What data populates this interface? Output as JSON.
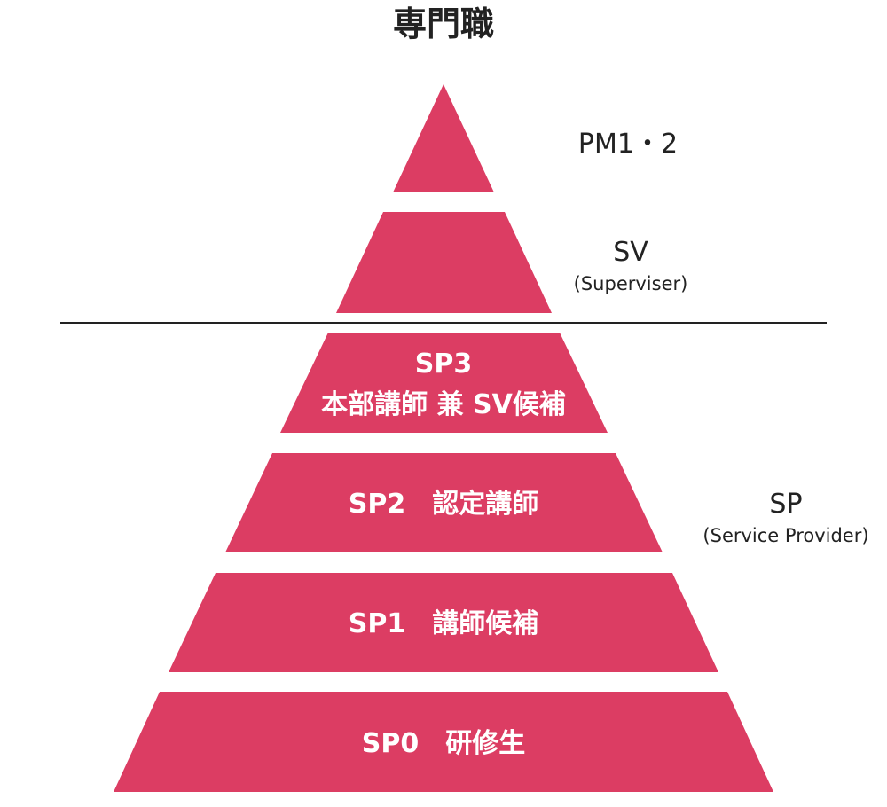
{
  "title": "専門職",
  "colors": {
    "tier_fill": "#dc3d63",
    "text_dark": "#222222",
    "text_light": "#ffffff",
    "divider": "#222222"
  },
  "tiers": [
    {
      "lines": [
        ""
      ]
    },
    {
      "lines": [
        ""
      ]
    },
    {
      "lines": [
        "SP3",
        "本部講師 兼 SV候補"
      ]
    },
    {
      "lines": [
        "SP2　認定講師"
      ]
    },
    {
      "lines": [
        "SP1　講師候補"
      ]
    },
    {
      "lines": [
        "SP0　研修生"
      ]
    }
  ],
  "side_labels": {
    "pm": {
      "main": "PM1・2"
    },
    "sv": {
      "main": "SV",
      "sub": "(Superviser)"
    },
    "sp": {
      "main": "SP",
      "sub": "(Service Provider)"
    }
  }
}
